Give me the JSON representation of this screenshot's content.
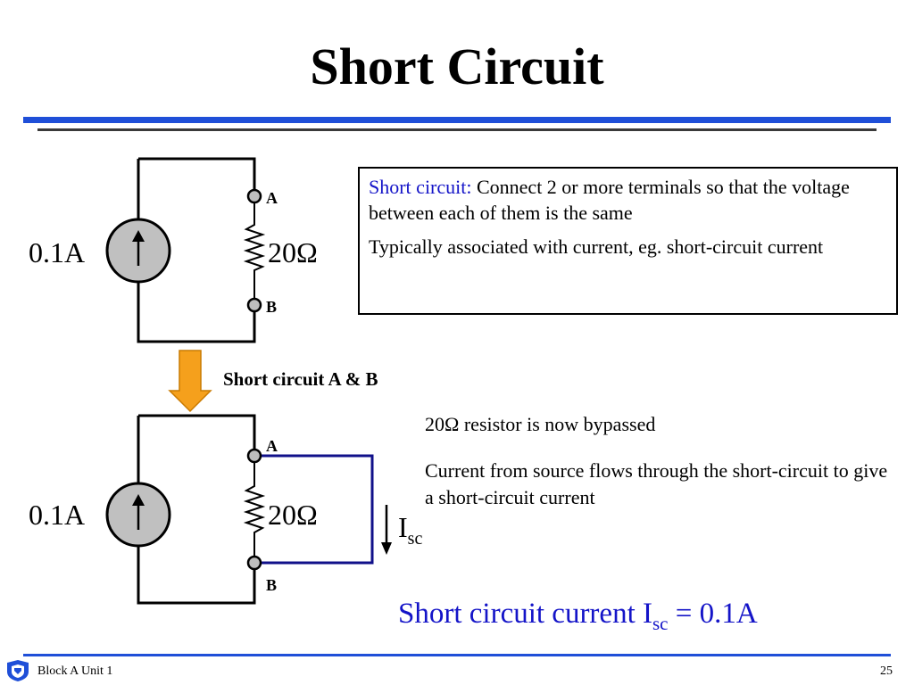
{
  "title": "Short Circuit",
  "colors": {
    "accent_blue": "#1414c8",
    "rule_blue": "#1f4fd8",
    "wire_blue": "#10108a",
    "arrow_orange": "#f5a01c",
    "source_gray": "#c0c0c0"
  },
  "infobox": {
    "term": "Short circuit:",
    "definition": " Connect 2 or more terminals so that the voltage between each of them is the same",
    "note": "Typically associated with current, eg. short-circuit current"
  },
  "top_circuit": {
    "source_label": "0.1A",
    "resistor_label": "20Ω",
    "terminal_a": "A",
    "terminal_b": "B"
  },
  "transition_caption": "Short circuit A & B",
  "bottom_circuit": {
    "source_label": "0.1A",
    "resistor_label": "20Ω",
    "terminal_a": "A",
    "terminal_b": "B",
    "current_symbol": "I",
    "current_subscript": "sc"
  },
  "bottom_notes": [
    "20Ω resistor is now bypassed",
    "Current from source flows through the short-circuit to give a short-circuit current"
  ],
  "result": {
    "prefix": "Short circuit current I",
    "subscript": "sc",
    "suffix": " = 0.1A"
  },
  "footer": {
    "left": "Block A Unit 1",
    "page": "25"
  }
}
